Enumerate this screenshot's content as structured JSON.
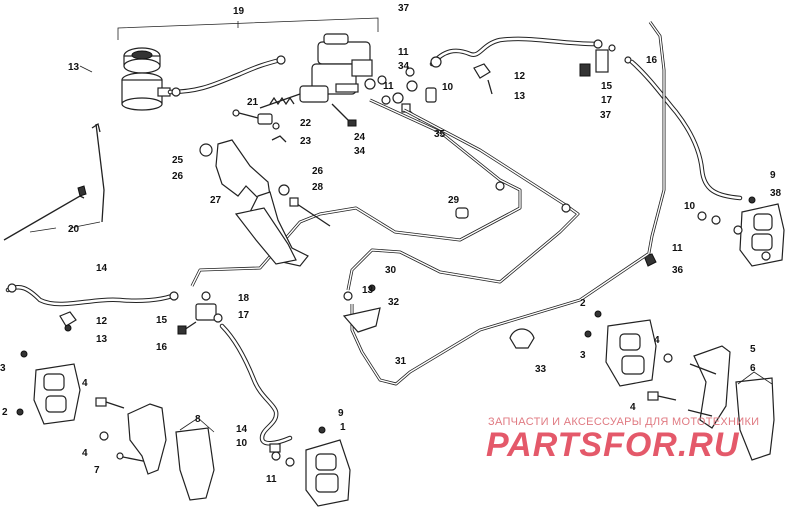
{
  "callouts": {
    "c1": "1",
    "c2a": "2",
    "c2b": "2",
    "c3a": "3",
    "c3b": "3",
    "c4a": "4",
    "c4b": "4",
    "c4c": "4",
    "c5": "5",
    "c6": "6",
    "c7": "7",
    "c8": "8",
    "c9a": "9",
    "c9b": "9",
    "c10a": "10",
    "c10b": "10",
    "c10c": "10",
    "c11a": "11",
    "c11b": "11",
    "c11c": "11",
    "c11d": "11",
    "c12a": "12",
    "c12b": "12",
    "c13a": "13",
    "c13b": "13",
    "c13c": "13",
    "c13d": "13",
    "c14a": "14",
    "c14b": "14",
    "c15a": "15",
    "c15b": "15",
    "c16a": "16",
    "c16b": "16",
    "c17a": "17",
    "c17b": "17",
    "c18": "18",
    "c19": "19",
    "c20": "20",
    "c21": "21",
    "c22": "22",
    "c23": "23",
    "c24": "24",
    "c25": "25",
    "c26a": "26",
    "c26b": "26",
    "c27": "27",
    "c28": "28",
    "c29": "29",
    "c30": "30",
    "c31": "31",
    "c32": "32",
    "c33": "33",
    "c34a": "34",
    "c34b": "34",
    "c35": "35",
    "c36": "36",
    "c37a": "37",
    "c37b": "37",
    "c38": "38"
  },
  "watermark": {
    "line": "ЗАПЧАСТИ И АКСЕССУАРЫ ДЛЯ МОТОТЕХНИКИ",
    "logo": "PARTSFOR.RU"
  },
  "colors": {
    "ink": "#222222",
    "watermark": "#e2485a"
  }
}
